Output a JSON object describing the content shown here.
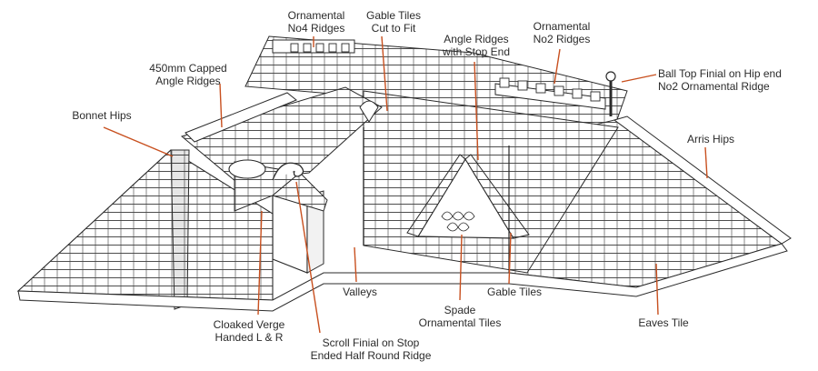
{
  "colors": {
    "leader": "#c8501f",
    "ink": "#2b2b2b",
    "shade": "#5a5a5a",
    "background": "#ffffff"
  },
  "labels": {
    "ornamental_no4": [
      "Ornamental",
      "No4 Ridges"
    ],
    "gable_cut": [
      "Gable Tiles",
      "Cut to Fit"
    ],
    "ornamental_no2": [
      "Ornamental",
      "No2 Ridges"
    ],
    "capped_angle": [
      "450mm Capped",
      "Angle Ridges"
    ],
    "angle_stop": [
      "Angle Ridges",
      "with Stop End"
    ],
    "ball_finial": [
      "Ball Top Finial on Hip end",
      "No2 Ornamental Ridge"
    ],
    "bonnet_hips": [
      "Bonnet Hips"
    ],
    "arris_hips": [
      "Arris Hips"
    ],
    "valleys": [
      "Valleys"
    ],
    "gable_tiles": [
      "Gable Tiles"
    ],
    "spade_tiles": [
      "Spade",
      "Ornamental Tiles"
    ],
    "cloaked_verge": [
      "Cloaked Verge",
      "Handed L & R"
    ],
    "scroll_finial": [
      "Scroll Finial on Stop",
      "Ended Half Round Ridge"
    ],
    "eaves_tile": [
      "Eaves Tile"
    ]
  }
}
